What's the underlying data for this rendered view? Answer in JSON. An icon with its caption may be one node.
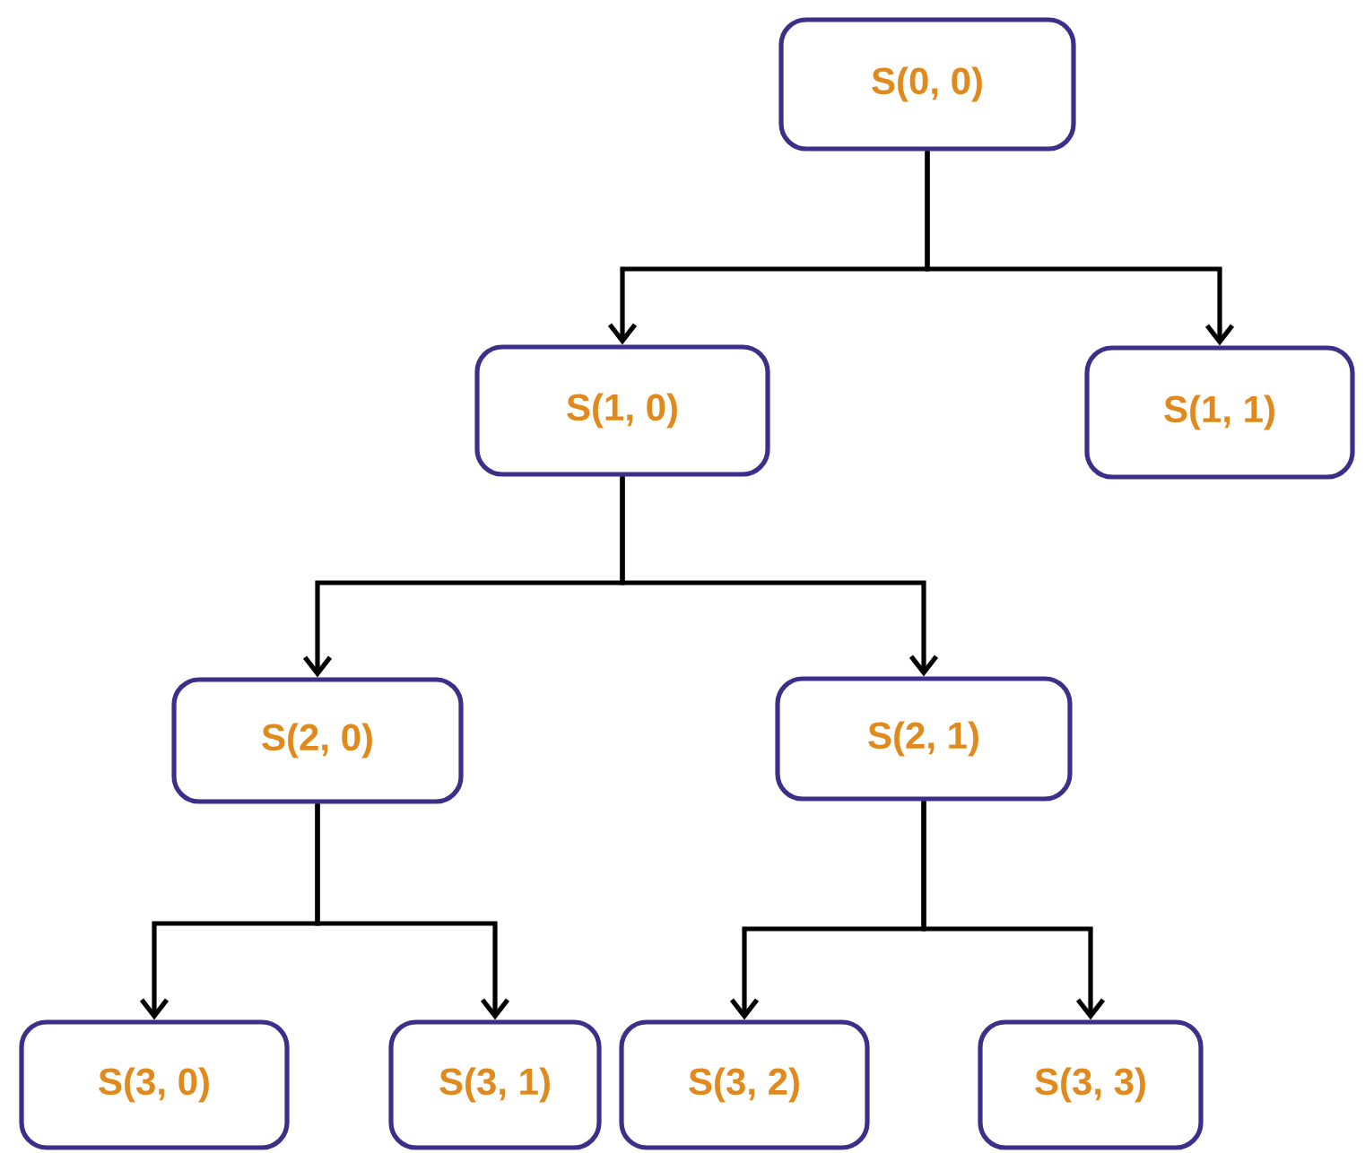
{
  "diagram": {
    "nodes": [
      {
        "text": [
          "S(0, 0)"
        ]
      },
      {
        "text": [
          "S(1, 0)"
        ]
      },
      {
        "text": [
          "S(1, 1)"
        ]
      },
      {
        "text": [
          "S(2, 0)"
        ]
      },
      {
        "text": [
          "S(2, 1)"
        ]
      },
      {
        "text": [
          "S(3, 0)"
        ]
      },
      {
        "text": [
          "S(3, 1)"
        ]
      },
      {
        "text": [
          "S(3, 2)"
        ]
      },
      {
        "text": [
          "S(3, 3)"
        ]
      }
    ],
    "edges": [
      {
        "from": 0,
        "to": 1,
        "arrow": "to"
      },
      {
        "from": 0,
        "to": 2,
        "arrow": "to"
      },
      {
        "from": 1,
        "to": 3,
        "arrow": "to"
      },
      {
        "from": 1,
        "to": 4,
        "arrow": "to"
      },
      {
        "from": 3,
        "to": 5,
        "arrow": "to"
      },
      {
        "from": 3,
        "to": 6,
        "arrow": "to"
      },
      {
        "from": 4,
        "to": 7,
        "arrow": "to"
      },
      {
        "from": 4,
        "to": 8,
        "arrow": "to"
      }
    ]
  }
}
